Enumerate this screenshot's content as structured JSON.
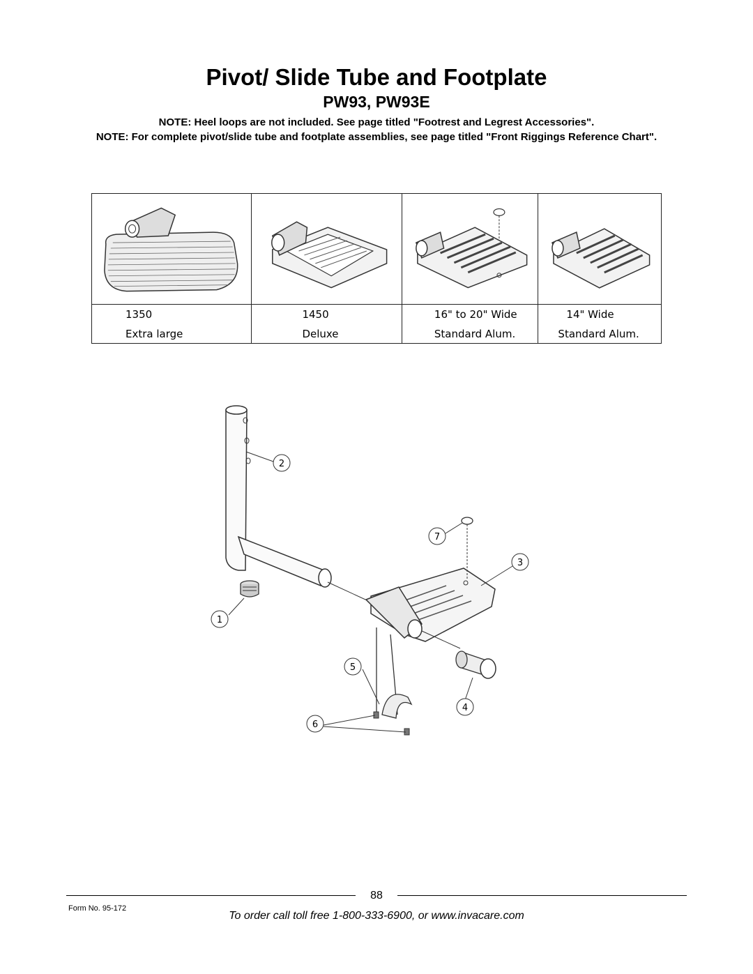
{
  "header": {
    "title": "Pivot/ Slide Tube and Footplate",
    "subtitle": "PW93, PW93E"
  },
  "notes": [
    "NOTE: Heel loops are not included. See page titled \"Footrest and Legrest Accessories\".",
    "NOTE: For complete pivot/slide tube and footplate assemblies, see page titled \"Front Riggings Reference Chart\"."
  ],
  "footplates": [
    {
      "code": "1350",
      "description": "Extra large",
      "icon": "footplate-extra-large-illustration"
    },
    {
      "code": "1450",
      "description": "Deluxe",
      "icon": "footplate-deluxe-illustration"
    },
    {
      "code": "16\" to 20\" Wide",
      "description": "Standard Alum.",
      "icon": "footplate-standard-alum-illustration"
    },
    {
      "code": "14\" Wide",
      "description": "Standard Alum.",
      "icon": "footplate-standard-alum-small-illustration"
    }
  ],
  "diagram": {
    "icon": "exploded-assembly-diagram",
    "callouts": [
      "1",
      "2",
      "3",
      "4",
      "5",
      "6",
      "7"
    ]
  },
  "footer": {
    "page_number": "88",
    "form_no": "Form No.  95-172",
    "order_text": "To order call toll free 1-800-333-6900, or www.invacare.com"
  }
}
